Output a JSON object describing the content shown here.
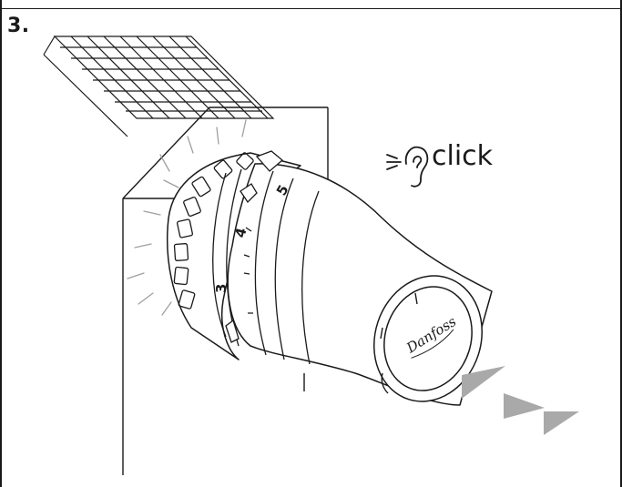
{
  "step": {
    "number": "3."
  },
  "sound": {
    "icon": "ear-sound-icon",
    "label": "click"
  },
  "dial": {
    "scale_marks": [
      "3",
      "4",
      "5"
    ]
  },
  "brand": {
    "logo_text": "Danfoss",
    "logo_icon": "danfoss-logo"
  },
  "motion": {
    "icon": "push-arrows-icon"
  },
  "colors": {
    "line": "#1a1a1a",
    "arrow": "#a9a9a9",
    "background": "#ffffff"
  }
}
